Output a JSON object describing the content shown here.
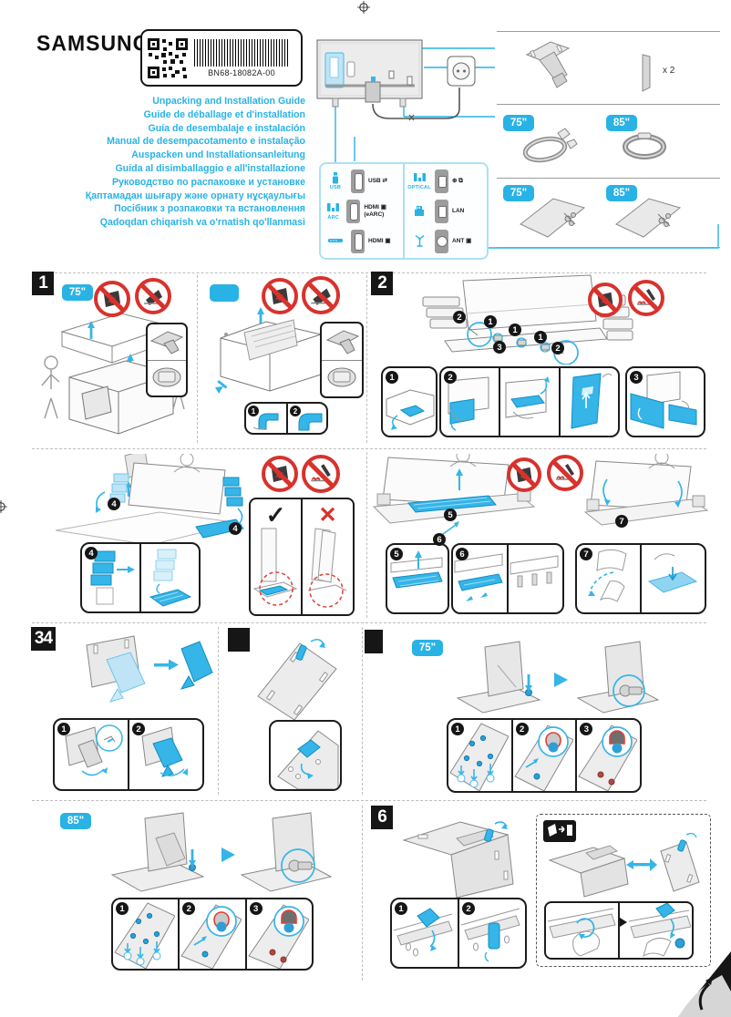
{
  "brand": "SAMSUNG",
  "label_box": {
    "part_number": "BN68-18082A-00"
  },
  "titles": [
    "Unpacking and Installation Guide",
    "Guide de déballage et d'installation",
    "Guía de desembalaje e instalación",
    "Manual de desempacotamento e instalação",
    "Auspacken und Installationsanleitung",
    "Guida al disimballaggio e all'installazione",
    "Руководство по распаковке и установке",
    "Қаптамадан шығару және орнату нұсқаулығы",
    "Посібник з розпаковки та встановлення",
    "Qadoqdan chiqarish va o'rnatish qo'llanmasi"
  ],
  "ports": {
    "col1": [
      {
        "device": "USB",
        "label": "USB ⇄"
      },
      {
        "device": "ARC",
        "label": "HDMI ▣ (eARC)"
      },
      {
        "device": "",
        "label": "HDMI ▣"
      }
    ],
    "col2": [
      {
        "device": "OPTICAL",
        "label": "⊕ ⧉"
      },
      {
        "device": "",
        "label": "LAN"
      },
      {
        "device": "",
        "label": "ANT ▣"
      }
    ]
  },
  "accessories": {
    "x2_label": "x 2"
  },
  "badges": {
    "b75": "75\"",
    "b85": "85\"",
    "blank": ""
  },
  "marks": {
    "check": "✓",
    "cross": "✕"
  },
  "sections": {
    "s1": {
      "number": "1"
    },
    "s1b": {
      "steps": [
        "1",
        "2"
      ]
    },
    "s2": {
      "number": "2",
      "diagram_markers": [
        "2",
        "1",
        "1",
        "1",
        "3",
        "2"
      ],
      "steps": [
        "1",
        "2",
        "3"
      ]
    },
    "mid": {
      "diagram_markers": [
        "4",
        "4",
        "5",
        "6",
        "7"
      ],
      "panel4": "4",
      "panel5": "5",
      "panel6": "6",
      "panel7": "7"
    },
    "s34": {
      "number": "34",
      "steps": [
        "1",
        "2"
      ]
    },
    "s4b": {
      "number": ""
    },
    "s5": {
      "number": "",
      "steps": [
        "1",
        "2",
        "3"
      ]
    },
    "s85": {
      "steps": [
        "1",
        "2",
        "3"
      ]
    },
    "s6": {
      "number": "6",
      "steps": [
        "1",
        "2"
      ]
    }
  }
}
